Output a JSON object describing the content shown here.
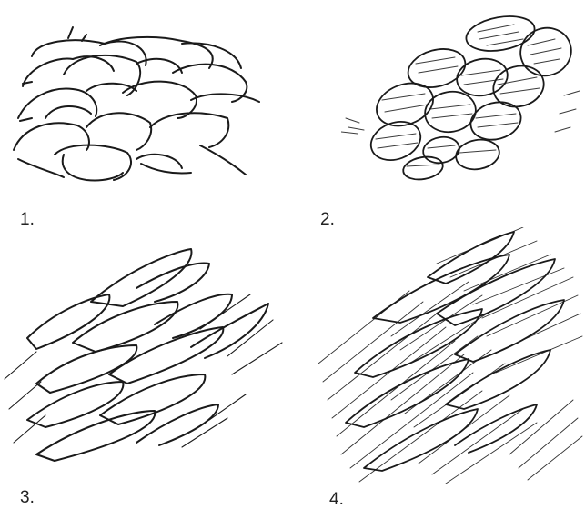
{
  "labels": {
    "p1": "1.",
    "p2": "2.",
    "p3": "3.",
    "p4": "4."
  },
  "colors": {
    "ink": "#1a1a1a",
    "background": "#ffffff"
  }
}
